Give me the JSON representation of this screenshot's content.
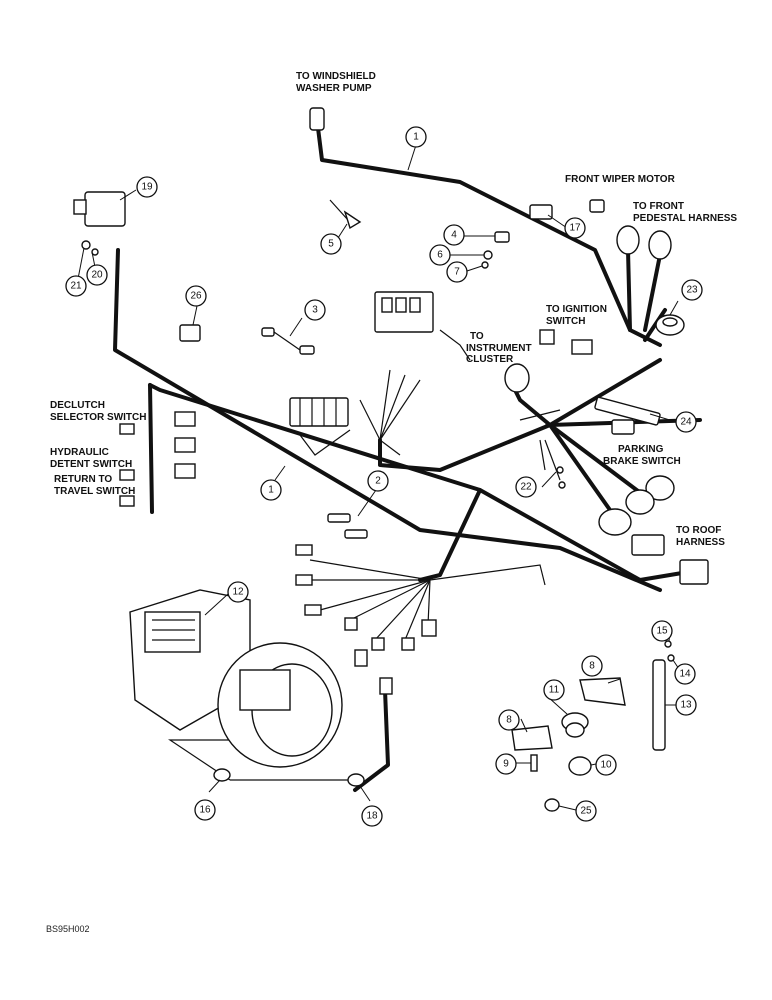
{
  "figure_id": "BS95H002",
  "labels": {
    "windshield_washer_pump": [
      "TO WINDSHIELD",
      "WASHER PUMP"
    ],
    "front_wiper_motor": [
      "FRONT WIPER MOTOR"
    ],
    "front_pedestal_harness": [
      "TO FRONT",
      "PEDESTAL HARNESS"
    ],
    "ignition_switch": [
      "TO IGNITION",
      "SWITCH"
    ],
    "instrument_cluster": [
      "TO",
      "INSTRUMENT",
      "CLUSTER"
    ],
    "declutch_selector_switch": [
      "DECLUTCH",
      "SELECTOR SWITCH"
    ],
    "hydraulic_detent_switch": [
      "HYDRAULIC",
      "DETENT SWITCH"
    ],
    "return_to_travel_switch": [
      "RETURN TO",
      "TRAVEL SWITCH"
    ],
    "parking_brake_switch": [
      "PARKING",
      "BRAKE SWITCH"
    ],
    "roof_harness": [
      "TO ROOF",
      "HARNESS"
    ]
  },
  "callouts": [
    "1",
    "1",
    "2",
    "3",
    "4",
    "5",
    "6",
    "7",
    "8",
    "8",
    "9",
    "10",
    "11",
    "12",
    "13",
    "14",
    "15",
    "16",
    "17",
    "18",
    "19",
    "20",
    "21",
    "22",
    "23",
    "24",
    "25",
    "26"
  ]
}
